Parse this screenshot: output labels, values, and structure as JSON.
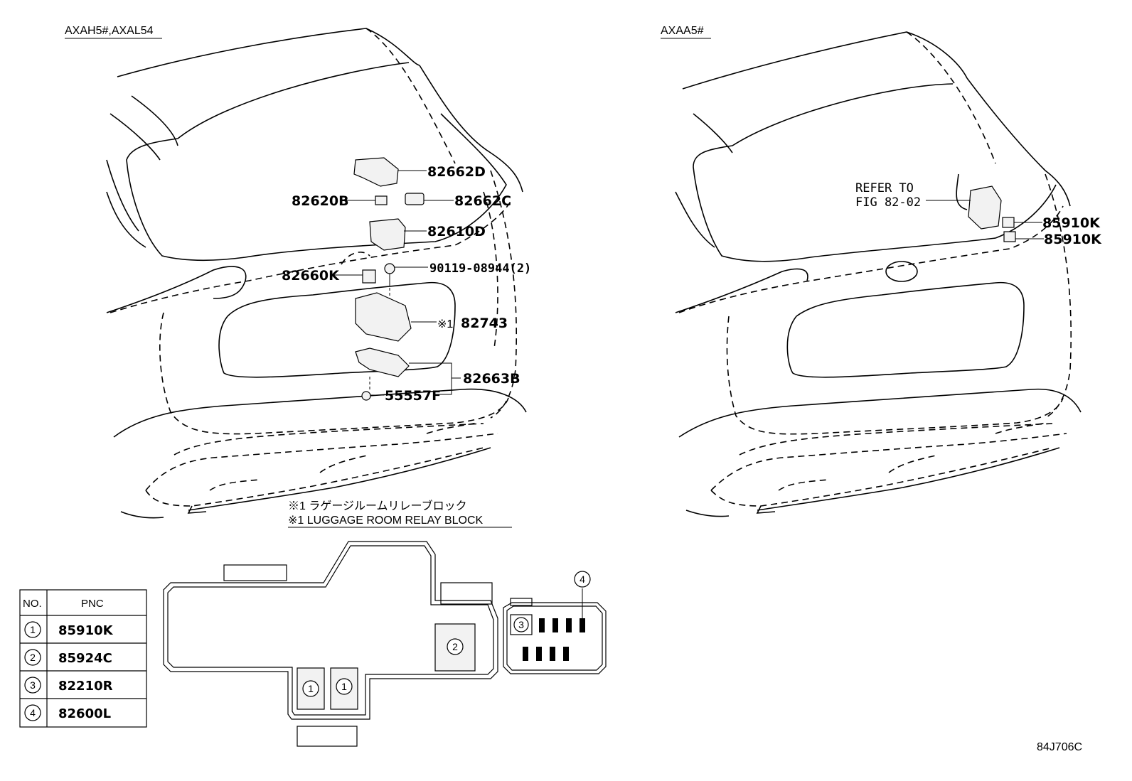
{
  "left_view": {
    "model_code": "AXAH5#,AXAL54",
    "callouts": {
      "c1": "82662D",
      "c2": "82620B",
      "c3": "82662C",
      "c4": "82610D",
      "c5": "82660K",
      "c6": "90119-08944(2)",
      "c7": "※1",
      "c8": "82743",
      "c9": "82663B",
      "c10": "55557F"
    }
  },
  "right_view": {
    "model_code": "AXAA5#",
    "refer_line1": "REFER TO",
    "refer_line2": "FIG 82-02",
    "callouts": {
      "c1": "85910K",
      "c2": "85910K"
    }
  },
  "relay_block": {
    "note_jp": "※1 ラゲージルームリレーブロック",
    "note_en": "※1 LUGGAGE ROOM RELAY BLOCK",
    "positions": {
      "p1a": "1",
      "p1b": "1",
      "p2": "2",
      "p3": "3",
      "p4": "4"
    }
  },
  "table": {
    "header_no": "NO.",
    "header_pnc": "PNC",
    "rows": [
      {
        "no": "1",
        "pnc": "85910K"
      },
      {
        "no": "2",
        "pnc": "85924C"
      },
      {
        "no": "3",
        "pnc": "82210R"
      },
      {
        "no": "4",
        "pnc": "82600L"
      }
    ]
  },
  "figure_id": "84J706C"
}
